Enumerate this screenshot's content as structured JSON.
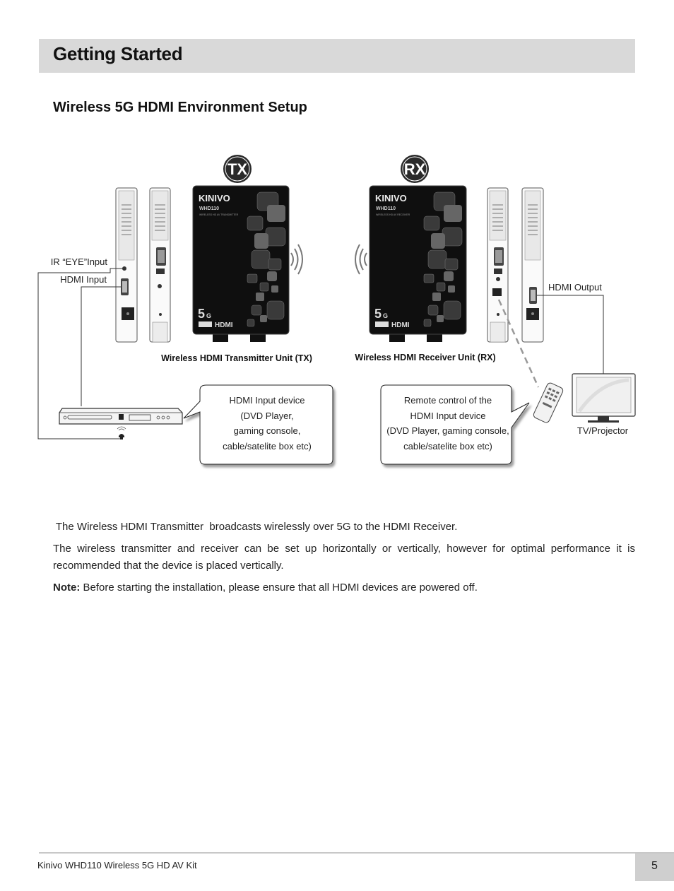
{
  "header": {
    "title": "Getting Started"
  },
  "section": {
    "title": "Wireless 5G HDMI Environment Setup"
  },
  "diagram": {
    "tx_badge": "TX",
    "rx_badge": "RX",
    "brand": "KINIVO",
    "model": "WHD110",
    "tx_sub": "WIRELESS HD AV TRANSMITTER",
    "rx_sub": "WIRELESS HD AV RECEIVER",
    "band": "5",
    "band_unit": "G",
    "hdmi_logo": "HDMI",
    "ir_eye_label": "IR “EYE”Input",
    "hdmi_input_label": "HDMI Input",
    "hdmi_output_label": "HDMI Output",
    "tx_caption": "Wireless HDMI Transmitter Unit (TX)",
    "rx_caption": "Wireless HDMI Receiver Unit (RX)",
    "tv_label": "TV/Projector",
    "callout_input_lines": [
      "HDMI  Input device",
      "(DVD Player,",
      "gaming console,",
      "cable/satelite box etc)"
    ],
    "callout_remote_lines": [
      "Remote control of the",
      "HDMI  Input device",
      "(DVD Player, gaming console,",
      "cable/satelite box etc)"
    ]
  },
  "body": {
    "para1": " The Wireless HDMI Transmitter  broadcasts wirelessly over 5G to the HDMI Receiver.",
    "para2": "The wireless transmitter and receiver can be set up horizontally or vertically, however for optimal performance it is recommended that the device is placed vertically.",
    "note_label": "Note:",
    "note_text": " Before starting the installation, please ensure that all HDMI devices are powered off."
  },
  "footer": {
    "text": "Kinivo WHD110 Wireless 5G HD AV Kit",
    "page": "5"
  }
}
